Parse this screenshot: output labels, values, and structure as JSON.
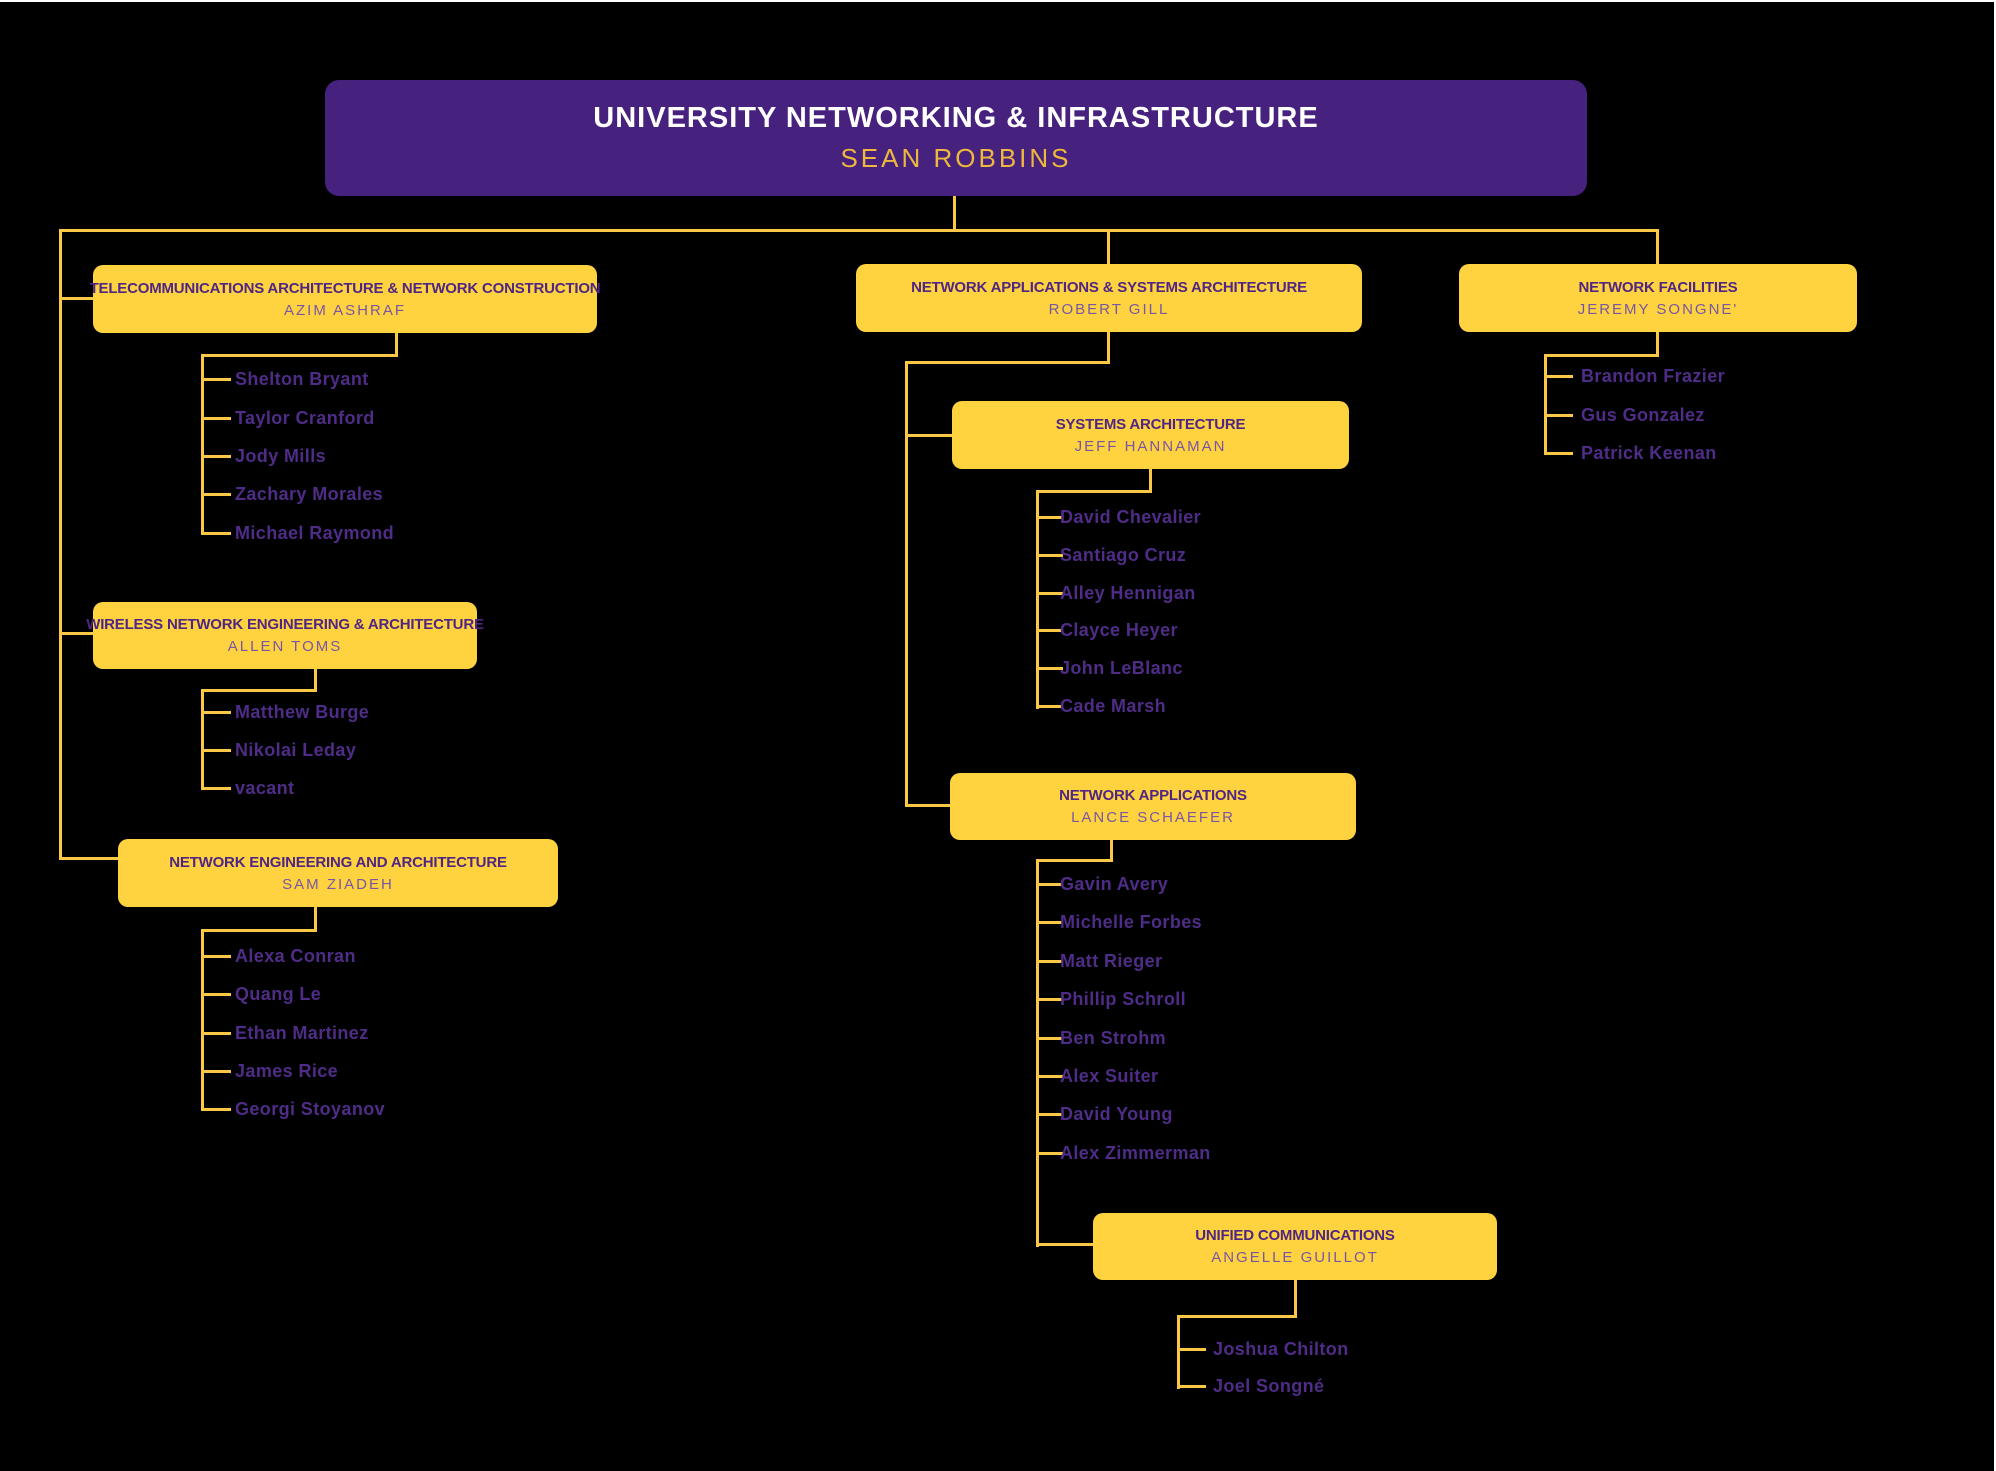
{
  "org": {
    "root": {
      "title": "UNIVERSITY NETWORKING & INFRASTRUCTURE",
      "name": "SEAN ROBBINS"
    },
    "groups": {
      "telecom": {
        "title": "TELECOMMUNICATIONS ARCHITECTURE & NETWORK CONSTRUCTION",
        "lead": "AZIM ASHRAF",
        "members": [
          "Shelton Bryant",
          "Taylor Cranford",
          "Jody Mills",
          "Zachary Morales",
          "Michael Raymond"
        ]
      },
      "wireless": {
        "title": "WIRELESS NETWORK ENGINEERING & ARCHITECTURE",
        "lead": "ALLEN TOMS",
        "members": [
          "Matthew Burge",
          "Nikolai Leday",
          "vacant"
        ]
      },
      "neteng": {
        "title": "NETWORK ENGINEERING AND ARCHITECTURE",
        "lead": "SAM ZIADEH",
        "members": [
          "Alexa Conran",
          "Quang Le",
          "Ethan Martinez",
          "James Rice",
          "Georgi Stoyanov"
        ]
      },
      "gill": {
        "title": "NETWORK APPLICATIONS & SYSTEMS ARCHITECTURE",
        "lead": "ROBERT GILL",
        "members": []
      },
      "sysarch": {
        "title": "SYSTEMS ARCHITECTURE",
        "lead": "JEFF HANNAMAN",
        "members": [
          "David Chevalier",
          "Santiago Cruz",
          "Alley Hennigan",
          "Clayce Heyer",
          "John LeBlanc",
          "Cade Marsh"
        ]
      },
      "netapps": {
        "title": "NETWORK APPLICATIONS",
        "lead": "LANCE SCHAEFER",
        "members": [
          "Gavin Avery",
          "Michelle Forbes",
          "Matt Rieger",
          "Phillip Schroll",
          "Ben Strohm",
          "Alex Suiter",
          "David Young",
          "Alex Zimmerman"
        ]
      },
      "uc": {
        "title": "UNIFIED COMMUNICATIONS",
        "lead": "ANGELLE GUILLOT",
        "members": [
          "Joshua Chilton",
          "Joel Songné"
        ]
      },
      "netfac": {
        "title": "NETWORK FACILITIES",
        "lead": "JEREMY SONGNE'",
        "members": [
          "Brandon Frazier",
          "Gus Gonzalez",
          "Patrick Keenan"
        ]
      }
    },
    "colors": {
      "background": "#000000",
      "frame_border": "#FFFFFF",
      "root_box": "#47217E",
      "root_title": "#FFFFFF",
      "root_name": "#EDB83D",
      "dept_box": "#FFD23F",
      "dept_title": "#4F2683",
      "dept_lead": "#7757A5",
      "connector": "#FBC845",
      "member_text": "#4F2C87"
    }
  }
}
